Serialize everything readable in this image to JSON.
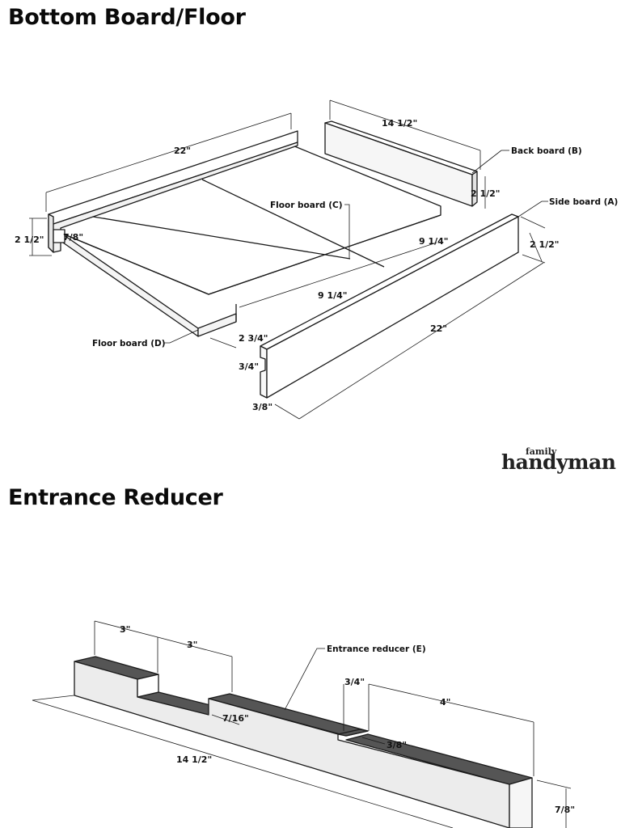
{
  "headings": {
    "bottom_board": "Bottom Board/Floor",
    "entrance_reducer": "Entrance Reducer"
  },
  "brand": {
    "small": "family",
    "large": "handyman"
  },
  "colors": {
    "line": "#1a1a1a",
    "face_light": "#ffffff",
    "face_shade": "#ececec",
    "face_dark": "#555555"
  },
  "floor_diagram": {
    "labels": {
      "back_board": "Back board (B)",
      "side_board": "Side board (A)",
      "floor_board_c": "Floor board (C)",
      "floor_board_d": "Floor board (D)"
    },
    "dimensions": {
      "left_length": "22\"",
      "left_height": "2 1/2\"",
      "left_groove": "7/8\"",
      "back_length": "14 1/2\"",
      "back_height": "2 1/2\"",
      "side_height": "2 1/2\"",
      "side_length": "22\"",
      "floor_width_top": "9 1/4\"",
      "floor_width_bottom": "9 1/4\"",
      "floor_offset": "2 3/4\"",
      "groove_depth": "3/4\"",
      "groove_width": "3/8\""
    }
  },
  "reducer_diagram": {
    "label": "Entrance reducer (E)",
    "dimensions": {
      "notch_left_width": "3\"",
      "notch_left_gap": "3\"",
      "notch_depth": "7/16\"",
      "length": "14 1/2\"",
      "small_notch_height": "3/4\"",
      "right_width": "4\"",
      "small_notch_depth": "3/8\"",
      "thickness": "7/8\""
    }
  }
}
